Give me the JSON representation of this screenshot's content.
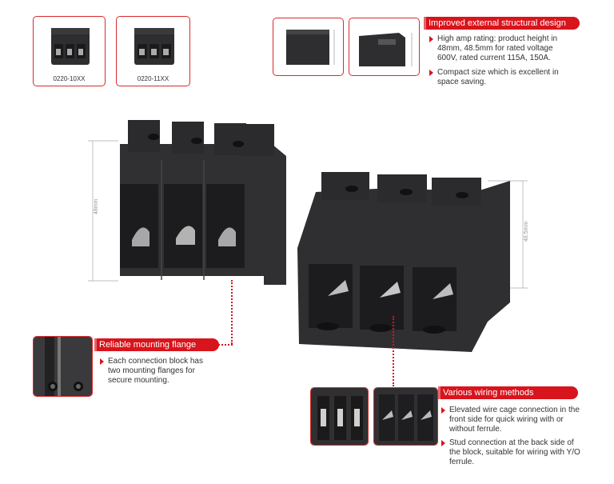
{
  "thumbnails": [
    {
      "label": "0220-10XX"
    },
    {
      "label": "0220-11XX"
    }
  ],
  "structural": {
    "title": "Improved external structural design",
    "bullets": [
      "High amp rating: product height in 48mm, 48.5mm for rated voltage 600V, rated current 115A, 150A.",
      "Compact size which is excellent in space saving."
    ]
  },
  "mounting": {
    "title": "Reliable mounting flange",
    "bullets": [
      "Each connection block has two mounting flanges for secure mounting."
    ]
  },
  "wiring": {
    "title": "Various wiring methods",
    "bullets": [
      "Elevated wire cage  connection in the front side for quick wiring with or without ferrule.",
      "Stud connection at the back side of the block, suitable for wiring with Y/O ferrule."
    ]
  },
  "dimensions": {
    "left": "48mm",
    "right": "48.5mm"
  },
  "colors": {
    "accent": "#d8141c",
    "frame": "#d62b2b",
    "product": "#2a2a2c"
  }
}
